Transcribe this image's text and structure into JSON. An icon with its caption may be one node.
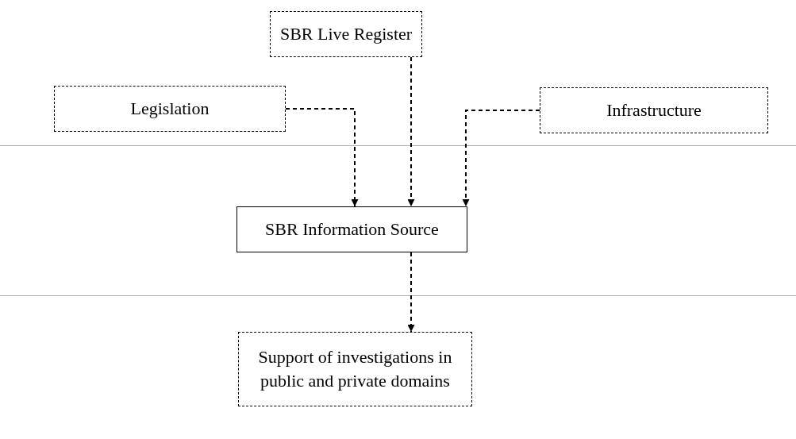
{
  "diagram": {
    "nodes": [
      {
        "text": [
          "SBR Live Register"
        ]
      },
      {
        "text": [
          "Legislation"
        ]
      },
      {
        "text": [
          "Infrastructure"
        ]
      },
      {
        "text": [
          "SBR Information Source"
        ]
      },
      {
        "text": [
          "Support of investigations in public and private domains"
        ]
      }
    ],
    "edges": [
      {
        "from": 1,
        "to": 3,
        "arrow": "to",
        "style": "dashed"
      },
      {
        "from": 0,
        "to": 3,
        "arrow": "to",
        "style": "dashed"
      },
      {
        "from": 2,
        "to": 3,
        "arrow": "to",
        "style": "dashed"
      },
      {
        "from": 3,
        "to": 4,
        "arrow": "to",
        "style": "dashed"
      }
    ]
  }
}
